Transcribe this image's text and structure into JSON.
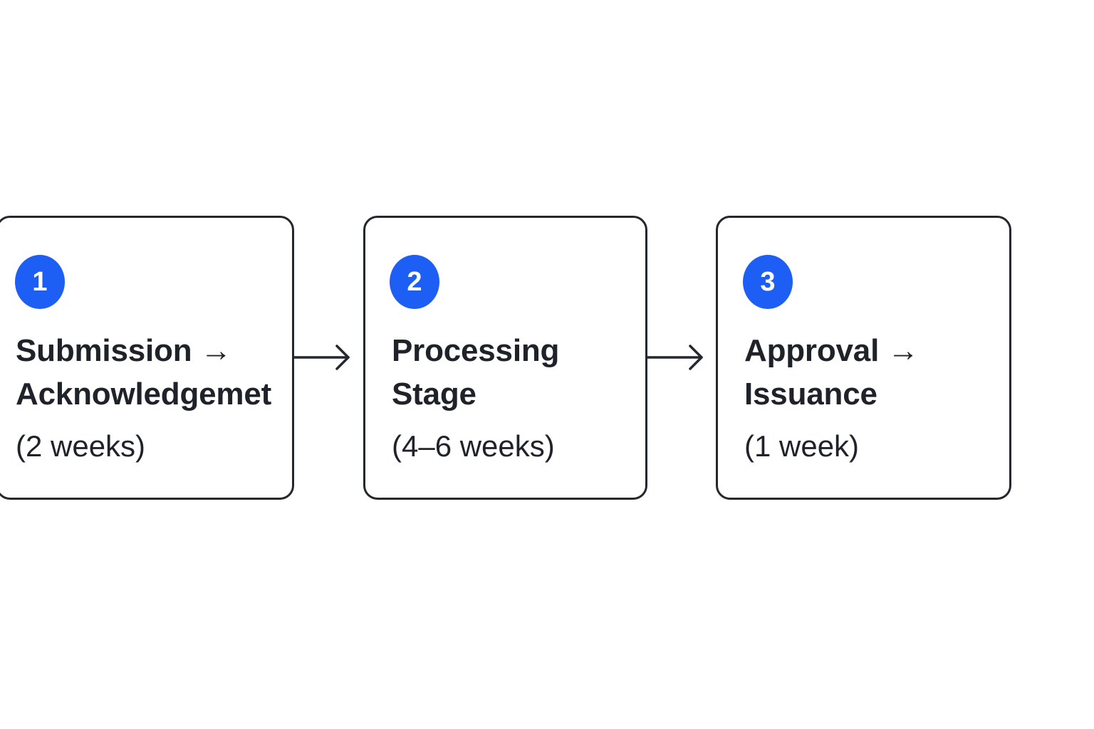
{
  "colors": {
    "badge": "#1d5ff5",
    "border": "#23272e",
    "text": "#1f2329"
  },
  "steps": [
    {
      "number": "1",
      "title_line1": "Submission →",
      "title_line2": "Acknowledgemet",
      "duration": "(2 weeks)"
    },
    {
      "number": "2",
      "title_line1": "Processing",
      "title_line2": "Stage",
      "duration": "(4–6 weeks)"
    },
    {
      "number": "3",
      "title_line1": "Approval →",
      "title_line2": "Issuance",
      "duration": "(1 week)"
    }
  ],
  "connectors": [
    {
      "icon": "arrow-right-icon"
    },
    {
      "icon": "arrow-right-icon"
    }
  ]
}
